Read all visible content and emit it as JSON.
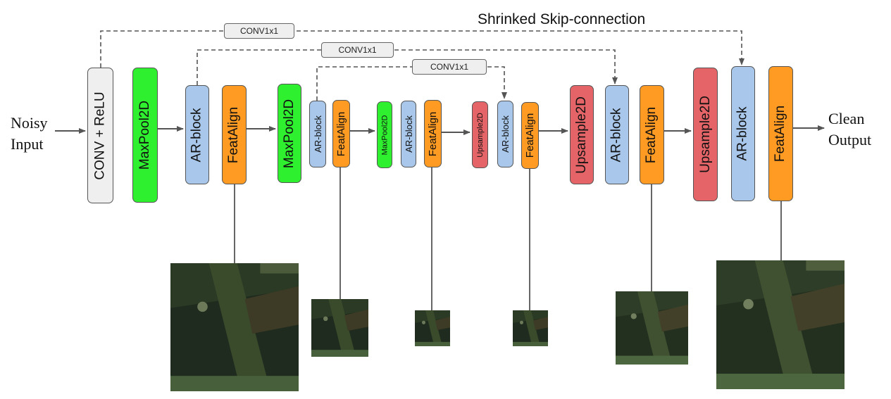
{
  "title": "Shrinked Skip-connection",
  "input_label": [
    "Noisy",
    "Input"
  ],
  "output_label": [
    "Clean",
    "Output"
  ],
  "skip_label": "CONV1x1",
  "blocks": [
    {
      "id": "b0",
      "type": "conv",
      "label": "CONV + ReLU"
    },
    {
      "id": "b1",
      "type": "pool",
      "label": "MaxPool2D"
    },
    {
      "id": "b2",
      "type": "ar",
      "label": "AR-block"
    },
    {
      "id": "b3",
      "type": "fa",
      "label": "FeatAlign"
    },
    {
      "id": "b4",
      "type": "pool",
      "label": "MaxPool2D"
    },
    {
      "id": "b5",
      "type": "ar",
      "label": "AR-block"
    },
    {
      "id": "b6",
      "type": "fa",
      "label": "FeatAlign"
    },
    {
      "id": "b7",
      "type": "pool",
      "label": "MaxPool2D"
    },
    {
      "id": "b8",
      "type": "ar",
      "label": "AR-block"
    },
    {
      "id": "b9",
      "type": "fa",
      "label": "FeatAlign"
    },
    {
      "id": "b10",
      "type": "up",
      "label": "Upsample2D"
    },
    {
      "id": "b11",
      "type": "ar",
      "label": "AR-block"
    },
    {
      "id": "b12",
      "type": "fa",
      "label": "FeatAlign"
    },
    {
      "id": "b13",
      "type": "up",
      "label": "Upsample2D"
    },
    {
      "id": "b14",
      "type": "ar",
      "label": "AR-block"
    },
    {
      "id": "b15",
      "type": "fa",
      "label": "FeatAlign"
    },
    {
      "id": "b16",
      "type": "up",
      "label": "Upsample2D"
    },
    {
      "id": "b17",
      "type": "ar",
      "label": "AR-block"
    },
    {
      "id": "b18",
      "type": "fa",
      "label": "FeatAlign"
    }
  ],
  "colors": {
    "conv": "#efefef",
    "pool": "#2ff02f",
    "ar": "#a8c7ea",
    "fa": "#ff9a22",
    "up": "#e56467",
    "line": "#555555"
  },
  "feature_maps": [
    "feature-map-1",
    "feature-map-2",
    "feature-map-3",
    "feature-map-4",
    "feature-map-5",
    "feature-map-6"
  ]
}
